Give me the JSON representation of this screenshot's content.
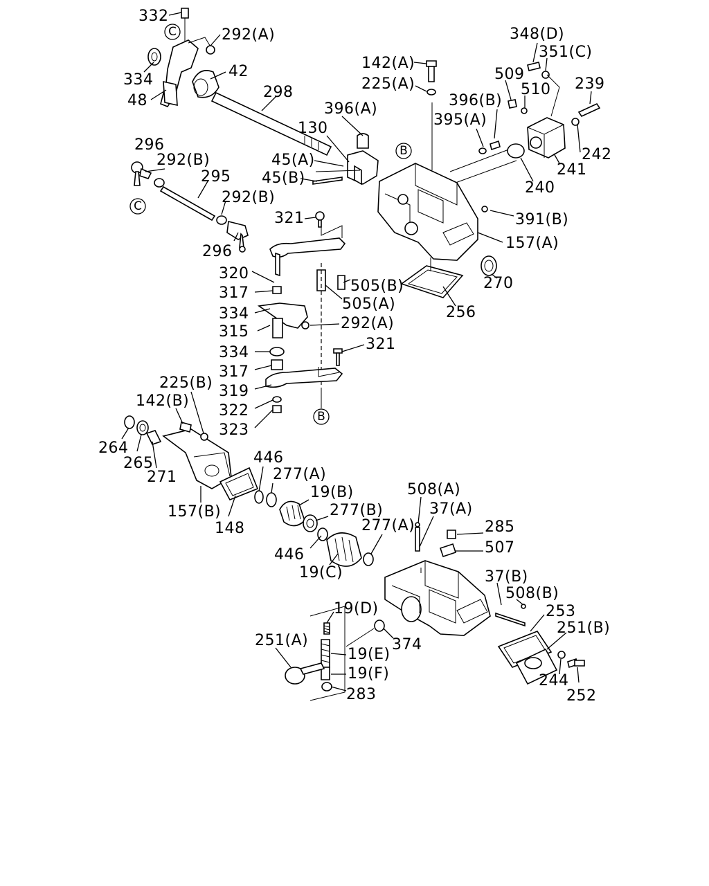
{
  "diagram": {
    "labels": {
      "p332": "332",
      "p292a_top": "292(A)",
      "p334_top": "334",
      "p48": "48",
      "p42": "42",
      "p298": "298",
      "p142a": "142(A)",
      "p225a": "225(A)",
      "p348d": "348(D)",
      "p351c": "351(C)",
      "p509": "509",
      "p510": "510",
      "p239": "239",
      "p396b": "396(B)",
      "p395a": "395(A)",
      "p396a": "396(A)",
      "p130": "130",
      "p296_top": "296",
      "p292b_top": "292(B)",
      "p295": "295",
      "p45a": "45(A)",
      "p45b": "45(B)",
      "p292b_mid": "292(B)",
      "p296_mid": "296",
      "p321_top": "321",
      "p242": "242",
      "p241": "241",
      "p240": "240",
      "p391b": "391(B)",
      "p157a": "157(A)",
      "p270": "270",
      "p256": "256",
      "p320": "320",
      "p505b": "505(B)",
      "p317_top": "317",
      "p505a": "505(A)",
      "p334_mid": "334",
      "p315": "315",
      "p292a_mid": "292(A)",
      "p334_low": "334",
      "p321_low": "321",
      "p317_low": "317",
      "p319": "319",
      "p225b": "225(B)",
      "p142b": "142(B)",
      "p322": "322",
      "p323": "323",
      "p264": "264",
      "p265": "265",
      "p271": "271",
      "p446_top": "446",
      "p277a_top": "277(A)",
      "p157b": "157(B)",
      "p19b": "19(B)",
      "p148": "148",
      "p277b": "277(B)",
      "p508a": "508(A)",
      "p37a": "37(A)",
      "p277a_low": "277(A)",
      "p285": "285",
      "p446_low": "446",
      "p507": "507",
      "p19c": "19(C)",
      "p37b": "37(B)",
      "p508b": "508(B)",
      "p253": "253",
      "p19d": "19(D)",
      "p251b": "251(B)",
      "p251a": "251(A)",
      "p374": "374",
      "p19e": "19(E)",
      "p19f": "19(F)",
      "p244": "244",
      "p283": "283",
      "p252": "252"
    },
    "markers": {
      "c_top": "C",
      "c_left": "C",
      "b_housing": "B",
      "b_lever": "B"
    }
  }
}
